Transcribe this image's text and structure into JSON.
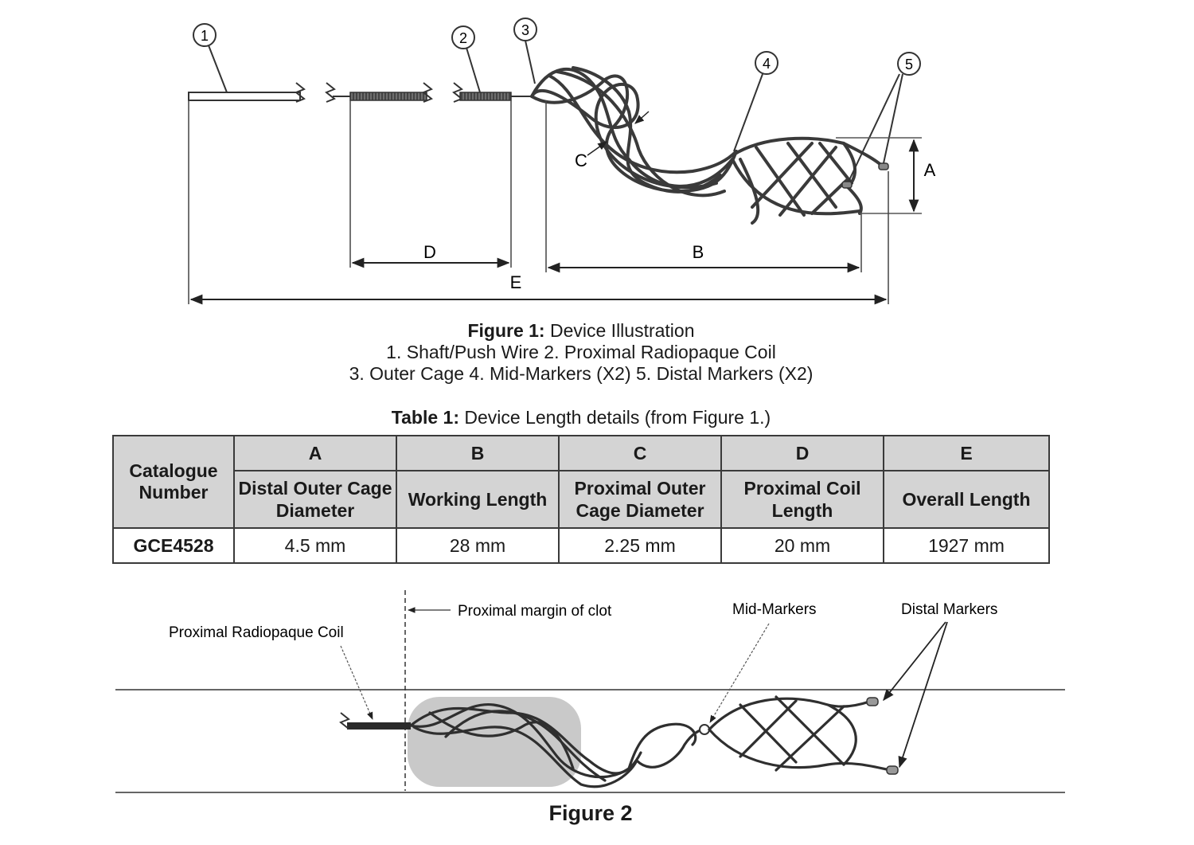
{
  "figure1": {
    "callouts": [
      "1",
      "2",
      "3",
      "4",
      "5"
    ],
    "dimension_labels": {
      "A": "A",
      "B": "B",
      "C": "C",
      "D": "D",
      "E": "E"
    },
    "caption_bold": "Figure 1:",
    "caption_title": " Device Illustration",
    "caption_line2": "1. Shaft/Push Wire 2. Proximal Radiopaque Coil",
    "caption_line3": "3. Outer Cage 4. Mid-Markers (X2) 5. Distal Markers (X2)"
  },
  "table1": {
    "title_bold": "Table 1:",
    "title_rest": " Device Length details (from Figure 1.)",
    "catalogue_header": "Catalogue Number",
    "columns": [
      {
        "letter": "A",
        "desc": "Distal Outer Cage Diameter"
      },
      {
        "letter": "B",
        "desc": "Working Length"
      },
      {
        "letter": "C",
        "desc": "Proximal Outer Cage Diameter"
      },
      {
        "letter": "D",
        "desc": "Proximal Coil Length"
      },
      {
        "letter": "E",
        "desc": "Overall Length"
      }
    ],
    "rows": [
      {
        "catalogue": "GCE4528",
        "values": [
          "4.5 mm",
          "28 mm",
          "2.25 mm",
          "20 mm",
          "1927 mm"
        ]
      }
    ]
  },
  "figure2": {
    "label_coil": "Proximal Radiopaque Coil",
    "label_clot": "Proximal margin of clot",
    "label_mid": "Mid-Markers",
    "label_distal": "Distal Markers",
    "title": "Figure 2"
  }
}
